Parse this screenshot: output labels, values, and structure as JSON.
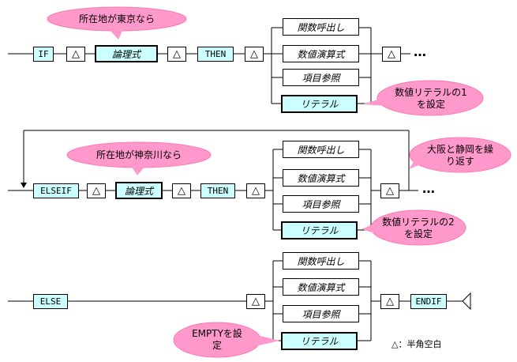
{
  "row1": {
    "if": "IF",
    "tri": "△",
    "cond": "論理式",
    "then": "THEN",
    "options": [
      "関数呼出し",
      "数値演算式",
      "項目参照",
      "リテラル"
    ],
    "cont": "…"
  },
  "row2": {
    "elseif": "ELSEIF",
    "tri": "△",
    "cond": "論理式",
    "then": "THEN",
    "options": [
      "関数呼出し",
      "数値演算式",
      "項目参照",
      "リテラル"
    ],
    "cont": "…"
  },
  "row3": {
    "else": "ELSE",
    "tri": "△",
    "options": [
      "関数呼出し",
      "数値演算式",
      "項目参照",
      "リテラル"
    ],
    "endif": "ENDIF"
  },
  "bubbles": {
    "b1": "所在地が東京なら",
    "b2": "数値リテラルの1を設定",
    "b3": "大阪と静岡を繰り返す",
    "b4": "所在地が神奈川なら",
    "b5": "数値リテラルの2を設定",
    "b6": "EMPTYを設定"
  },
  "legend": "△：半角空白",
  "colors": {
    "keyword_fill": "#ccffff",
    "bubble_fill": "#ff99cc"
  }
}
